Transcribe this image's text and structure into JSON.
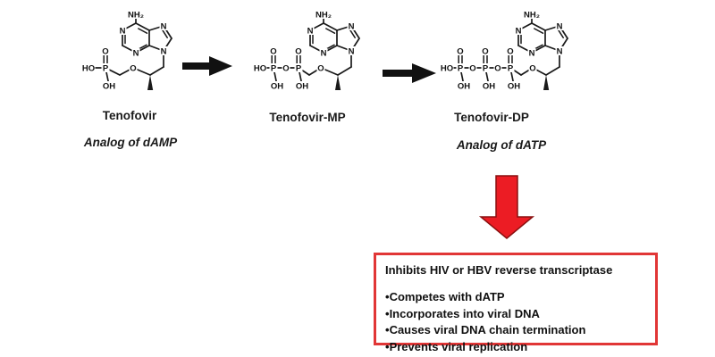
{
  "molecules": [
    {
      "name": "Tenofovir",
      "analog": "Analog of dAMP",
      "phosphate_groups": 1
    },
    {
      "name": "Tenofovir-MP",
      "analog": "",
      "phosphate_groups": 2
    },
    {
      "name": "Tenofovir-DP",
      "analog": "Analog of dATP",
      "phosphate_groups": 3
    }
  ],
  "atoms": {
    "amine": "NH₂",
    "n": "N",
    "o": "O",
    "p": "P",
    "oh": "OH",
    "ho": "HO"
  },
  "info_box": {
    "title": "Inhibits HIV or HBV reverse transcriptase",
    "bullet": "•",
    "items": [
      "Competes with dATP",
      "Incorporates into viral DNA",
      "Causes viral DNA chain termination",
      "Prevents viral replication"
    ]
  },
  "colors": {
    "bond": "#1a1a1a",
    "black_arrow": "#111111",
    "red_arrow_fill": "#ec1c24",
    "red_arrow_stroke": "#8a1010",
    "box_border": "#e13636"
  }
}
